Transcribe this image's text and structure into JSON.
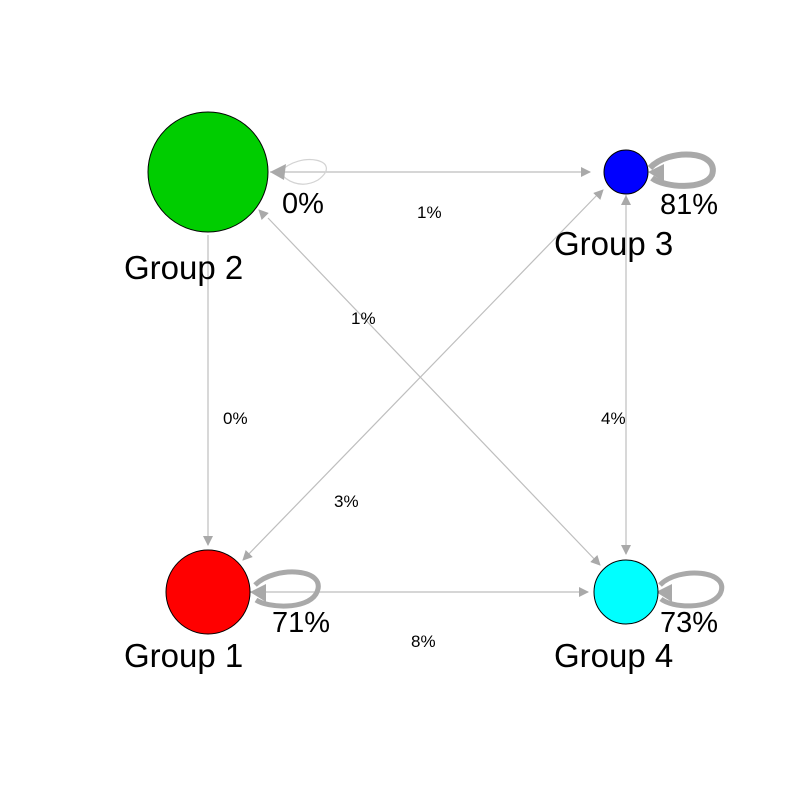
{
  "diagram": {
    "nodes": [
      {
        "id": "g1",
        "label": "Group 1",
        "color": "#FF0000",
        "self_label": "71%"
      },
      {
        "id": "g2",
        "label": "Group 2",
        "color": "#00CD00",
        "self_label": "0%"
      },
      {
        "id": "g3",
        "label": "Group 3",
        "color": "#0000FF",
        "self_label": "81%"
      },
      {
        "id": "g4",
        "label": "Group 4",
        "color": "#00FFFF",
        "self_label": "73%"
      }
    ],
    "edges": [
      {
        "id": "e-g2-g3",
        "from": "Group 2",
        "to": "Group 3",
        "label": "1%"
      },
      {
        "id": "e-g2-g4",
        "from": "Group 2",
        "to": "Group 4",
        "label": "1%"
      },
      {
        "id": "e-g2-g1",
        "from": "Group 2",
        "to": "Group 1",
        "label": "0%"
      },
      {
        "id": "e-g3-g1",
        "from": "Group 3",
        "to": "Group 1",
        "label": "3%"
      },
      {
        "id": "e-g3-g4",
        "from": "Group 3",
        "to": "Group 4",
        "label": "4%"
      },
      {
        "id": "e-g1-g4",
        "from": "Group 1",
        "to": "Group 4",
        "label": "8%"
      }
    ],
    "colors": {
      "edge": "#BEBEBE",
      "arrow": "#A9A9A9",
      "node_border": "#000000"
    }
  }
}
